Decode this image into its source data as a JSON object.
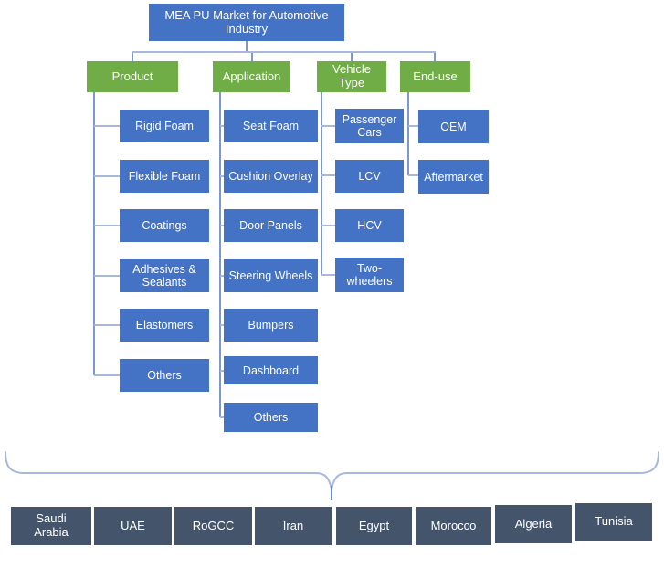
{
  "diagram": {
    "root": {
      "label": "MEA PU Market for Automotive Industry"
    },
    "categories": [
      {
        "label": "Product",
        "items": [
          "Rigid Foam",
          "Flexible Foam",
          "Coatings",
          "Adhesives & Sealants",
          "Elastomers",
          "Others"
        ]
      },
      {
        "label": "Application",
        "items": [
          "Seat Foam",
          "Cushion Overlay",
          "Door Panels",
          "Steering Wheels",
          "Bumpers",
          "Dashboard",
          "Others"
        ]
      },
      {
        "label": "Vehicle Type",
        "items": [
          "Passenger Cars",
          "LCV",
          "HCV",
          "Two-wheelers"
        ]
      },
      {
        "label": "End-use",
        "items": [
          "OEM",
          "Aftermarket"
        ]
      }
    ],
    "regions": [
      "Saudi Arabia",
      "UAE",
      "RoGCC",
      "Iran",
      "Egypt",
      "Morocco",
      "Algeria",
      "Tunisia"
    ],
    "colors": {
      "node_blue": "#4472C4",
      "category_green": "#70AD47",
      "region_slate": "#44546A",
      "connector_light": "#A7B8DA",
      "connector_dark": "#5D7FC4",
      "text": "#FFFFFF"
    }
  }
}
